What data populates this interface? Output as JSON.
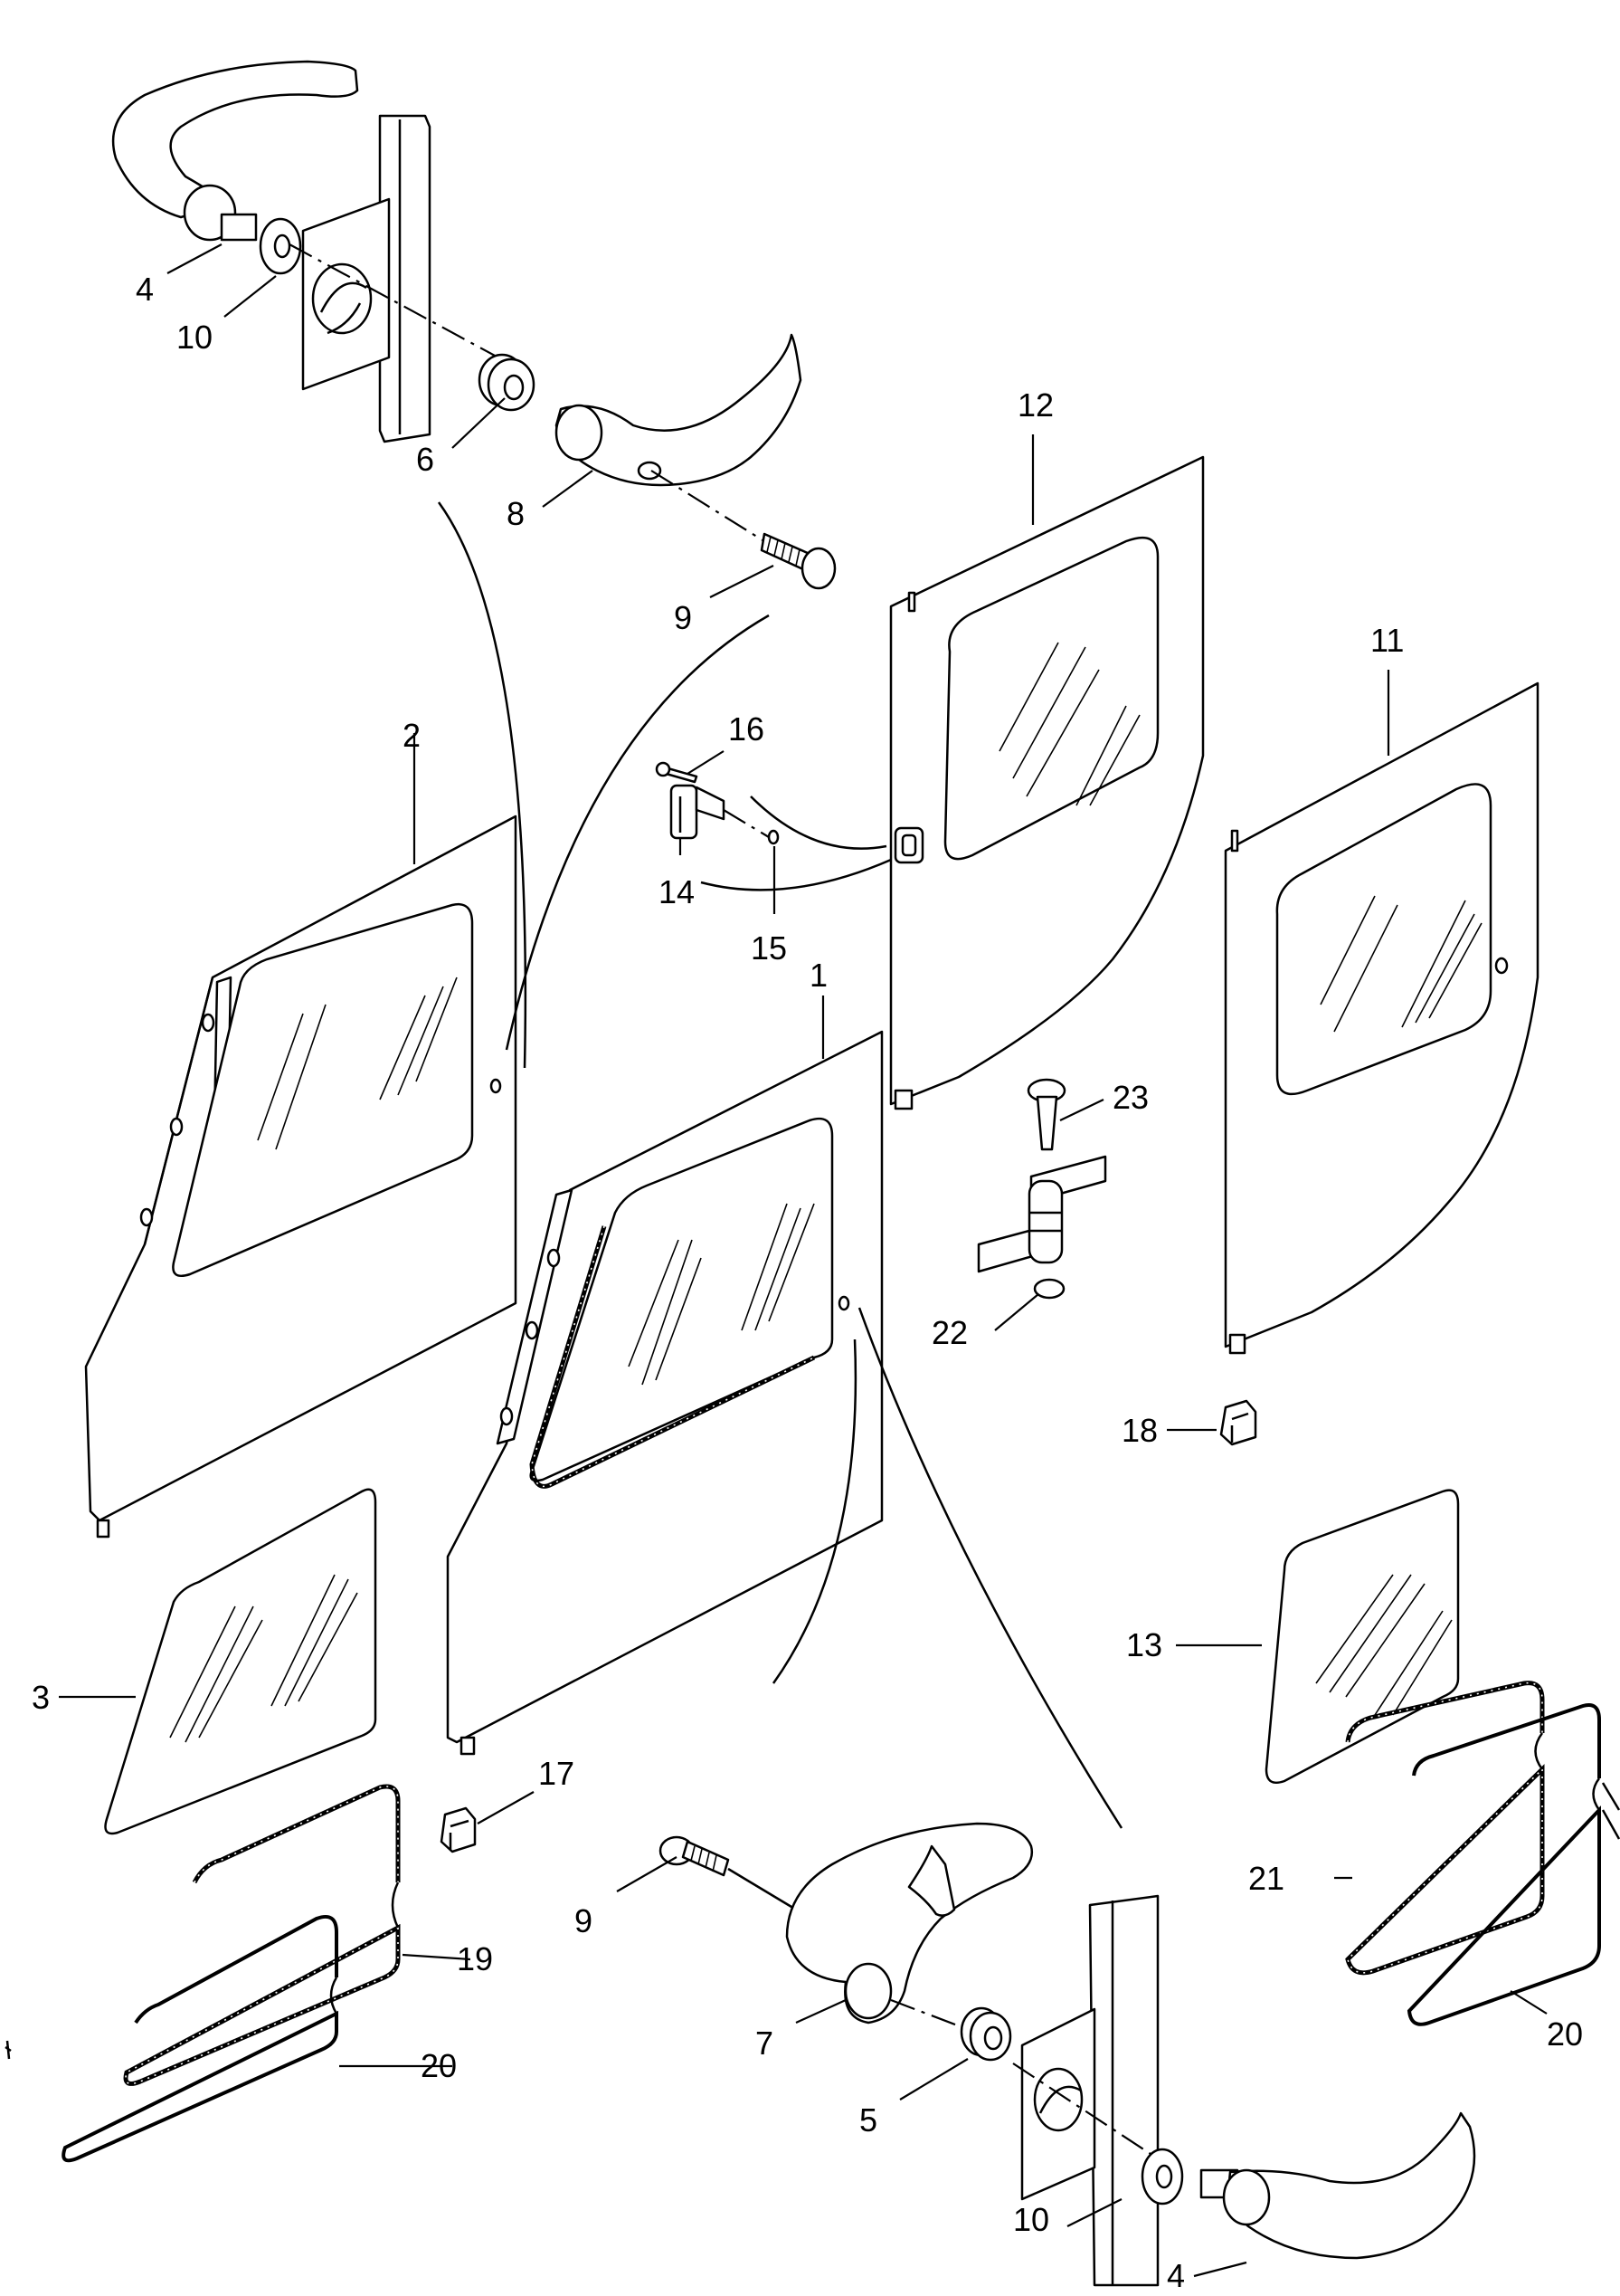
{
  "labels": {
    "l1": "1",
    "l2": "2",
    "l3": "3",
    "l4a": "4",
    "l4b": "4",
    "l5": "5",
    "l6": "6",
    "l7": "7",
    "l8": "8",
    "l9a": "9",
    "l9b": "9",
    "l10a": "10",
    "l10b": "10",
    "l11": "11",
    "l12": "12",
    "l13": "13",
    "l14": "14",
    "l15": "15",
    "l16": "16",
    "l17": "17",
    "l18": "18",
    "l19": "19",
    "l20a": "20",
    "l20b": "20",
    "l21": "21",
    "l22": "22",
    "l23": "23"
  }
}
